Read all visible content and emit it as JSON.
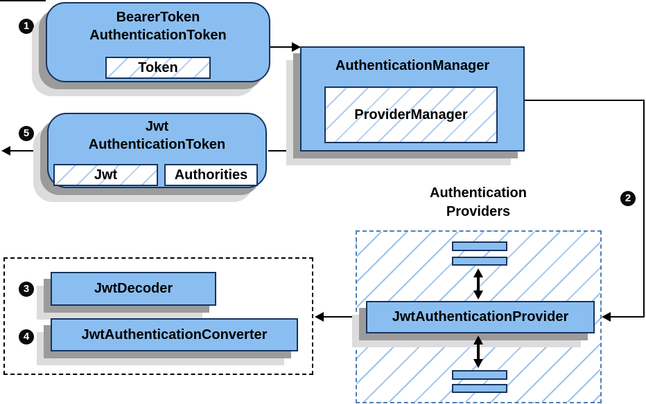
{
  "bearer_box": {
    "line1": "BearerToken",
    "line2": "AuthenticationToken",
    "token": "Token"
  },
  "auth_manager": {
    "title": "AuthenticationManager",
    "inner": "ProviderManager"
  },
  "jwt_box": {
    "line1": "Jwt",
    "line2": "AuthenticationToken",
    "jwt": "Jwt",
    "authorities": "Authorities"
  },
  "providers": {
    "label_line1": "Authentication",
    "label_line2": "Providers",
    "provider": "JwtAuthenticationProvider"
  },
  "resolvers": {
    "decoder": "JwtDecoder",
    "converter": "JwtAuthenticationConverter"
  },
  "steps": {
    "s1": "1",
    "s2": "2",
    "s3": "3",
    "s4": "4",
    "s5": "5"
  },
  "colors": {
    "box_fill": "#8BBEF0",
    "box_border": "#16335E",
    "hatch_line": "#AECDF0",
    "hatch_line_big": "#9CC2EA",
    "dashed_blue": "#4A7DB8",
    "dashed_black": "#000000",
    "shadow_dark": "#9B9B9B",
    "shadow_light": "#DCDCDC",
    "arrow": "#000000",
    "badge_bg": "#0B0B0B",
    "badge_text": "#FFFFFF"
  }
}
